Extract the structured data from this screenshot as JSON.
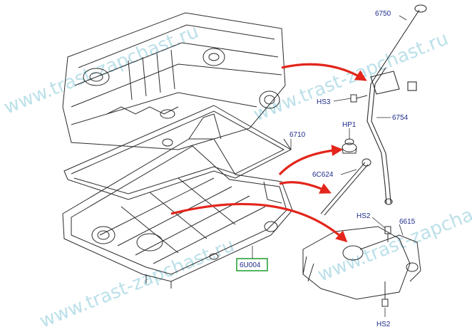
{
  "diagram": {
    "labels": {
      "p6750": "6750",
      "p6754": "6754",
      "hs3": "HS3",
      "p6710": "6710",
      "hp1": "HP1",
      "p6c624": "6C624",
      "hs2_top": "HS2",
      "p6615": "6615",
      "p6u004": "6U004",
      "hs2_bottom": "HS2"
    },
    "watermarks": [
      "www.trast-zapchast.ru",
      "www.trast-zapchast.ru",
      "www.trast-zapchast.ru",
      "www.trast-zapchast.ru"
    ],
    "colors": {
      "line": "#2b2b2b",
      "label": "#1e2a8a",
      "arrow": "#e3251b",
      "highlight": "#2aa33a",
      "watermark": "#9fd4e0"
    }
  }
}
